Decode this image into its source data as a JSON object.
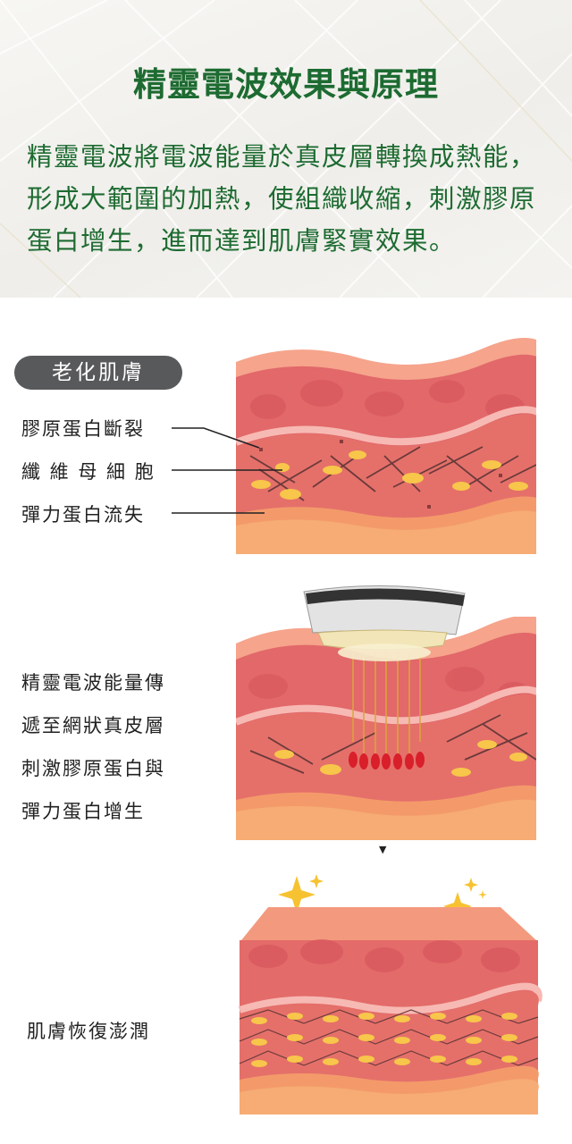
{
  "header": {
    "title": "精靈電波效果與原理",
    "intro": "精靈電波將電波能量於真皮層轉換成熱能，形成大範圍的加熱，使組織收縮，刺激膠原蛋白增生，進而達到肌膚緊實效果。"
  },
  "stage1": {
    "badge": "老化肌膚",
    "labels": [
      "膠原蛋白斷裂",
      "纖 維 母 細 胞",
      "彈力蛋白流失"
    ]
  },
  "stage2": {
    "lines": [
      "精靈電波能量傳",
      "遞至網狀真皮層",
      "刺激膠原蛋白與",
      "彈力蛋白增生"
    ]
  },
  "arrow": "▼",
  "stage3": {
    "label": "肌膚恢復澎潤"
  },
  "colors": {
    "title_green": "#1d6b31",
    "badge_bg": "#58595b",
    "skin_top": "#f29a82",
    "dermis": "#e46d68",
    "fat": "#f4b27e",
    "fibroblast": "#f7c64a"
  }
}
